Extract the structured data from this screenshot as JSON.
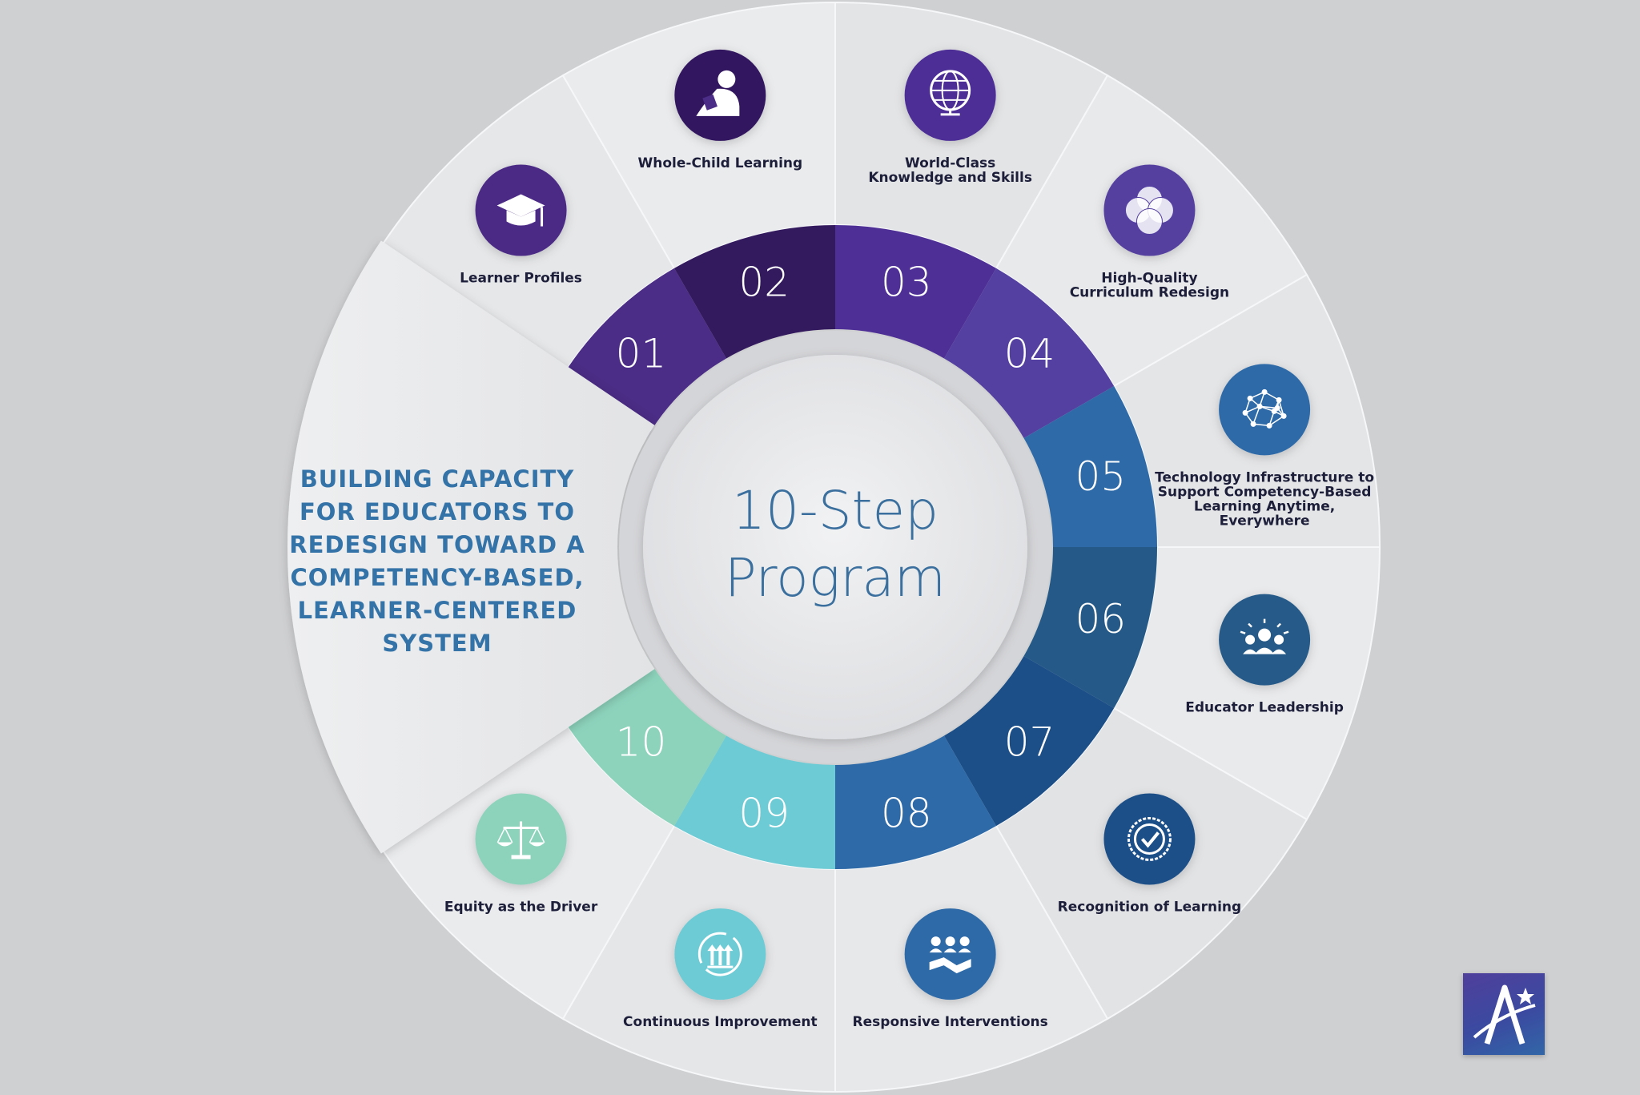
{
  "title": {
    "line1": "10-Step",
    "line2": "Program"
  },
  "callout": {
    "lines": [
      "BUILDING CAPACITY",
      "FOR EDUCATORS TO",
      "REDESIGN TOWARD A",
      "COMPETENCY-BASED,",
      "LEARNER-CENTERED",
      "SYSTEM"
    ]
  },
  "steps": [
    {
      "number": "01",
      "lines": [
        "Learner Profiles"
      ],
      "icon": "graduation-cap-icon",
      "color": "#4b2c86"
    },
    {
      "number": "02",
      "lines": [
        "Whole-Child Learning"
      ],
      "icon": "child-reading-icon",
      "color": "#33195e"
    },
    {
      "number": "03",
      "lines": [
        "World-Class",
        "Knowledge and Skills"
      ],
      "icon": "globe-icon",
      "color": "#4e2f96"
    },
    {
      "number": "04",
      "lines": [
        "High-Quality",
        "Curriculum Redesign"
      ],
      "icon": "overlapping-circles-icon",
      "color": "#5440a0"
    },
    {
      "number": "05",
      "lines": [
        "Technology Infrastructure to",
        "Support Competency-Based",
        "Learning Anytime,",
        "Everywhere"
      ],
      "icon": "network-icon",
      "color": "#2e6aa8"
    },
    {
      "number": "06",
      "lines": [
        "Educator Leadership"
      ],
      "icon": "leadership-group-icon",
      "color": "#255a88"
    },
    {
      "number": "07",
      "lines": [
        "Recognition of Learning"
      ],
      "icon": "checkmark-badge-icon",
      "color": "#1c4f88"
    },
    {
      "number": "08",
      "lines": [
        "Responsive Interventions"
      ],
      "icon": "handshake-group-icon",
      "color": "#2e6aa8"
    },
    {
      "number": "09",
      "lines": [
        "Continuous Improvement"
      ],
      "icon": "upward-arrows-cycle-icon",
      "color": "#6ccbd4"
    },
    {
      "number": "10",
      "lines": [
        "Equity as the Driver"
      ],
      "icon": "scales-icon",
      "color": "#8dd3bc"
    }
  ],
  "colors": {
    "background": "#cfd0d2",
    "center": "#e9eaec",
    "callout_text": "#3473a8",
    "title_text": "#3a6f9e"
  }
}
